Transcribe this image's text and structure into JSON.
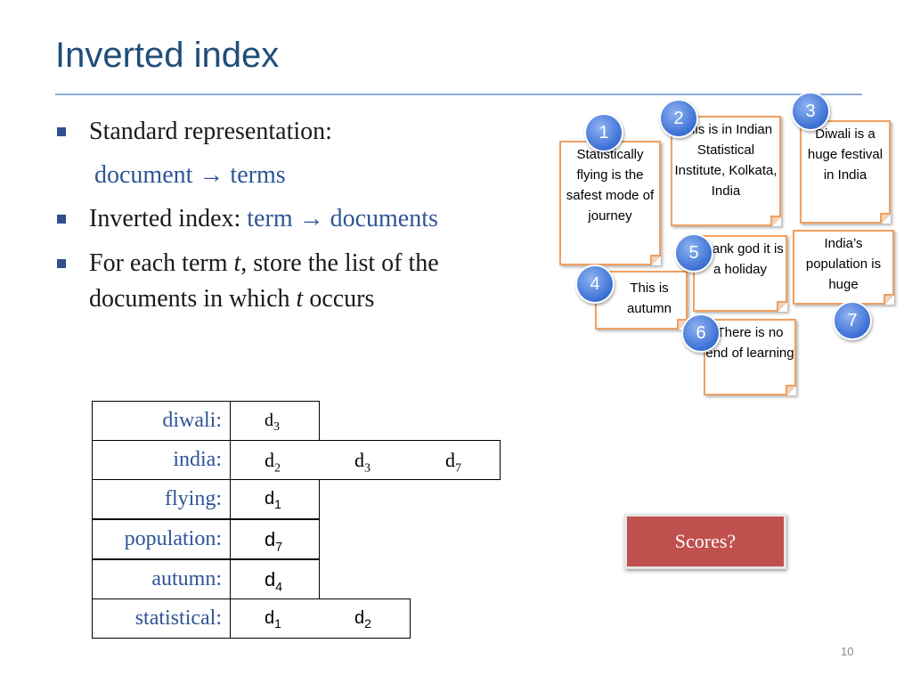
{
  "slide": {
    "title": "Inverted index",
    "page_number": "10"
  },
  "bullets": {
    "b1": "Standard representation:",
    "b1_doc": "document",
    "b1_arrow": "→",
    "b1_terms": "terms",
    "b2_prefix": "Inverted index: ",
    "b2_term": "term",
    "b2_arrow": "→",
    "b2_docs": "documents",
    "b3_line1_a": "For each term ",
    "b3_line1_t": "t",
    "b3_line1_b": ", store the list of the",
    "b3_line2_a": "documents in which ",
    "b3_line2_t": "t",
    "b3_line2_b": " occurs"
  },
  "notes": [
    {
      "number": "1",
      "text": "Statistically flying is the safest mode of journey"
    },
    {
      "number": "2",
      "text": "This is in Indian Statistical Institute, Kolkata, India"
    },
    {
      "number": "3",
      "text": "Diwali is a huge festival in India"
    },
    {
      "number": "4",
      "text": "This is autumn"
    },
    {
      "number": "5",
      "text": "Thank god it is a holiday"
    },
    {
      "number": "6",
      "text": "There is no end of learning"
    },
    {
      "number": "7",
      "text": "India’s population is huge"
    }
  ],
  "index_table": [
    {
      "term": "diwali:",
      "docs": [
        {
          "d": "d",
          "n": "3"
        }
      ]
    },
    {
      "term": "india:",
      "docs": [
        {
          "d": "d",
          "n": "2"
        },
        {
          "d": "d",
          "n": "3"
        },
        {
          "d": "d",
          "n": "7"
        }
      ]
    },
    {
      "term": "flying:",
      "docs": [
        {
          "d": "d",
          "n": "1"
        }
      ]
    },
    {
      "term": "population:",
      "docs": [
        {
          "d": "d",
          "n": "7"
        }
      ]
    },
    {
      "term": "autumn:",
      "docs": [
        {
          "d": "d",
          "n": "4"
        }
      ]
    },
    {
      "term": "statistical:",
      "docs": [
        {
          "d": "d",
          "n": "1"
        },
        {
          "d": "d",
          "n": "2"
        }
      ]
    }
  ],
  "scores_button": "Scores?",
  "colors": {
    "title": "#1f4e79",
    "accent_blue": "#2e5597",
    "note_border": "#f0a060",
    "scores_bg": "#c0504d",
    "circle": "#3b6fd4"
  }
}
